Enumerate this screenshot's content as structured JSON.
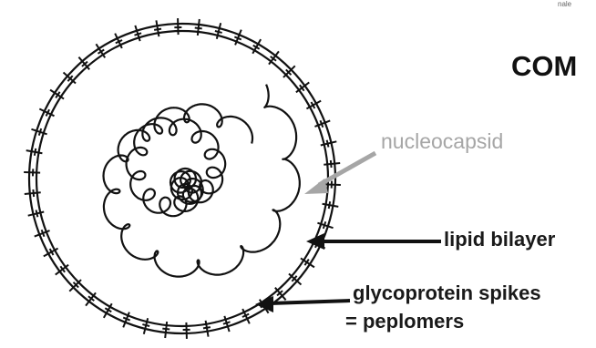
{
  "heading_fragment": "COM",
  "corner_text": "nale",
  "labels": {
    "nucleocapsid": "nucleocapsid",
    "lipid_bilayer": "lipid bilayer",
    "glycoprotein_spikes": "glycoprotein spikes",
    "peplomers": "= peplomers"
  },
  "colors": {
    "nucleocapsid_label": "#a6a6a6",
    "dark_label": "#1a1a1a",
    "line": "#111111",
    "background": "#ffffff"
  }
}
